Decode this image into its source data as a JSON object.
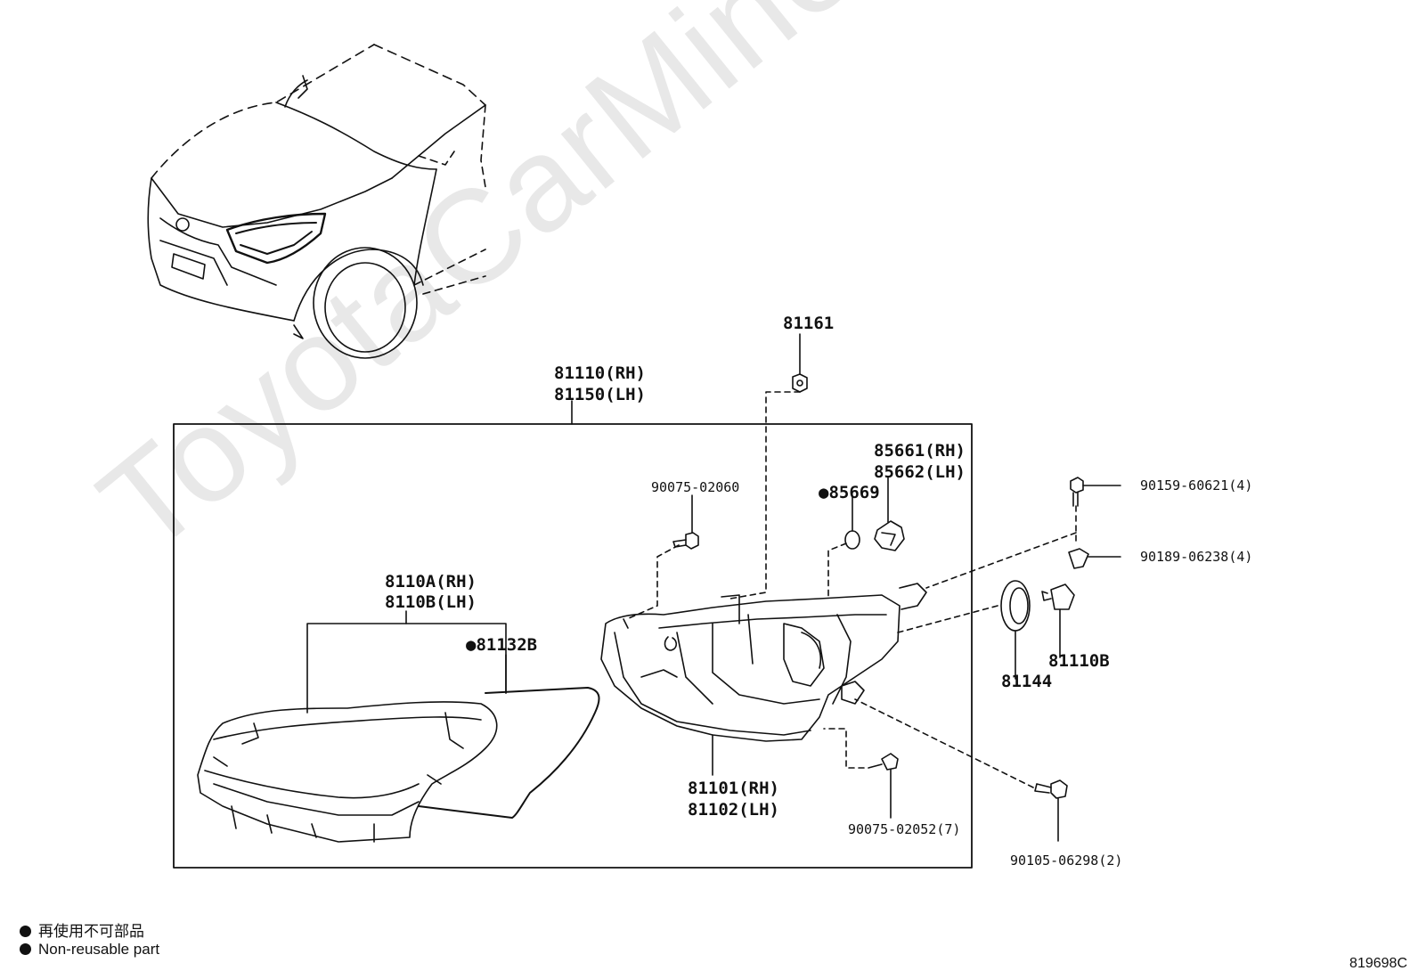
{
  "watermark": "ToyotaCarMine.ru",
  "labels": {
    "p81161": "81161",
    "p81110": "81110(RH)",
    "p81150": "81150(LH)",
    "p85661": "85661(RH)",
    "p85662": "85662(LH)",
    "p85669": "85669",
    "p90075_02060": "90075-02060",
    "p90159": "90159-60621(4)",
    "p90189": "90189-06238(4)",
    "p8110A": "8110A(RH)",
    "p8110B": "8110B(LH)",
    "p81132B": "81132B",
    "p81144": "81144",
    "p81110B": "81110B",
    "p81101": "81101(RH)",
    "p81102": "81102(LH)",
    "p90075_02052": "90075-02052(7)",
    "p90105": "90105-06298(2)"
  },
  "legend": {
    "jp": "再使用不可部品",
    "en": "Non-reusable part"
  },
  "ref_code": "819698C"
}
